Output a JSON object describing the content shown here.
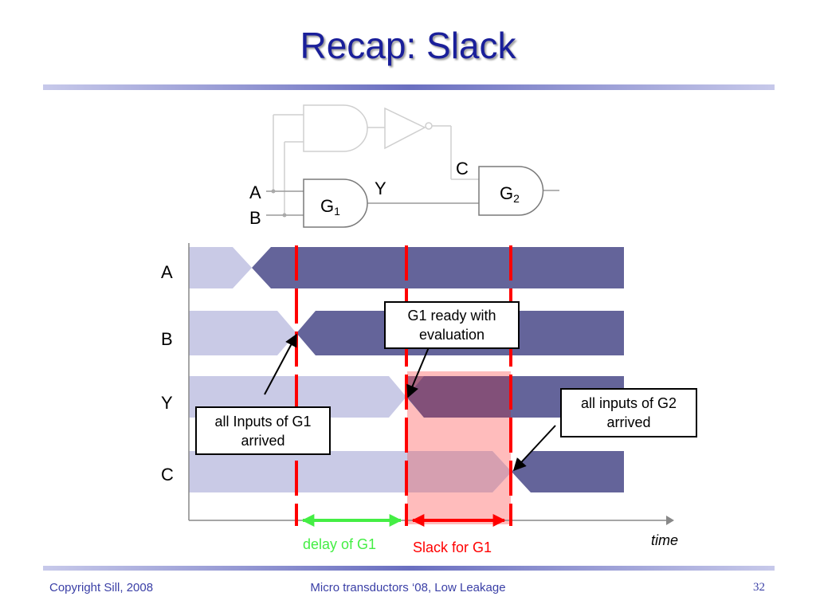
{
  "slide": {
    "title": "Recap: Slack",
    "footer_left": "Copyright Sill, 2008",
    "footer_center": "Micro transductors ‘08, Low Leakage",
    "page_number": "32"
  },
  "circuit": {
    "input_a": "A",
    "input_b": "B",
    "gate1": "G",
    "gate1_sub": "1",
    "gate2": "G",
    "gate2_sub": "2",
    "signal_y": "Y",
    "signal_c": "C"
  },
  "timing": {
    "rows": [
      "A",
      "B",
      "Y",
      "C"
    ],
    "time_label": "time",
    "delay_label": "delay of G1",
    "slack_label": "Slack for G1"
  },
  "callouts": {
    "g1_ready": "G1 ready with evaluation",
    "inputs_g1": "all Inputs of G1 arrived",
    "inputs_g2": "all inputs of G2 arrived"
  },
  "colors": {
    "title": "#1a1f9a",
    "pale_signal": "#c9cae6",
    "dark_signal": "#64649a",
    "marker": "#ff0000",
    "delay": "#44ee44",
    "slack_fill": "#ffb0b0"
  }
}
